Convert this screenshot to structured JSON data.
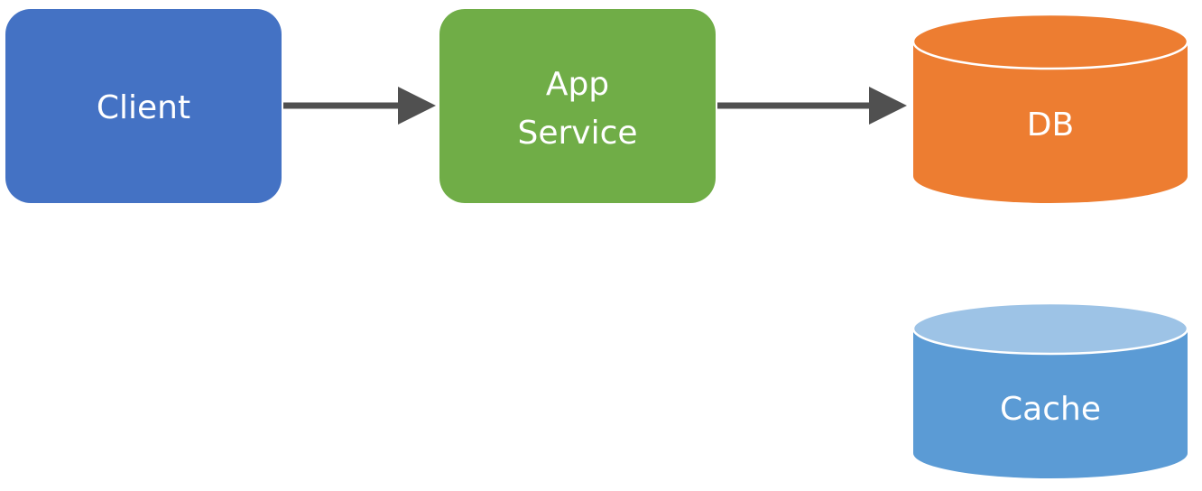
{
  "nodes": {
    "client": {
      "label": "Client",
      "color": "#4472C4"
    },
    "app_service": {
      "label_line1": "App",
      "label_line2": "Service",
      "color": "#70AD47"
    },
    "db": {
      "label": "DB",
      "color": "#ED7D31",
      "top_color": "#ED7D31",
      "rim_color": "#ffffff"
    },
    "cache": {
      "label": "Cache",
      "color": "#5B9BD5",
      "top_color": "#9DC3E6",
      "rim_color": "#ffffff"
    }
  },
  "edges": [
    {
      "from": "Client",
      "to": "App Service"
    },
    {
      "from": "App Service",
      "to": "DB"
    }
  ],
  "arrow_color": "#505050"
}
